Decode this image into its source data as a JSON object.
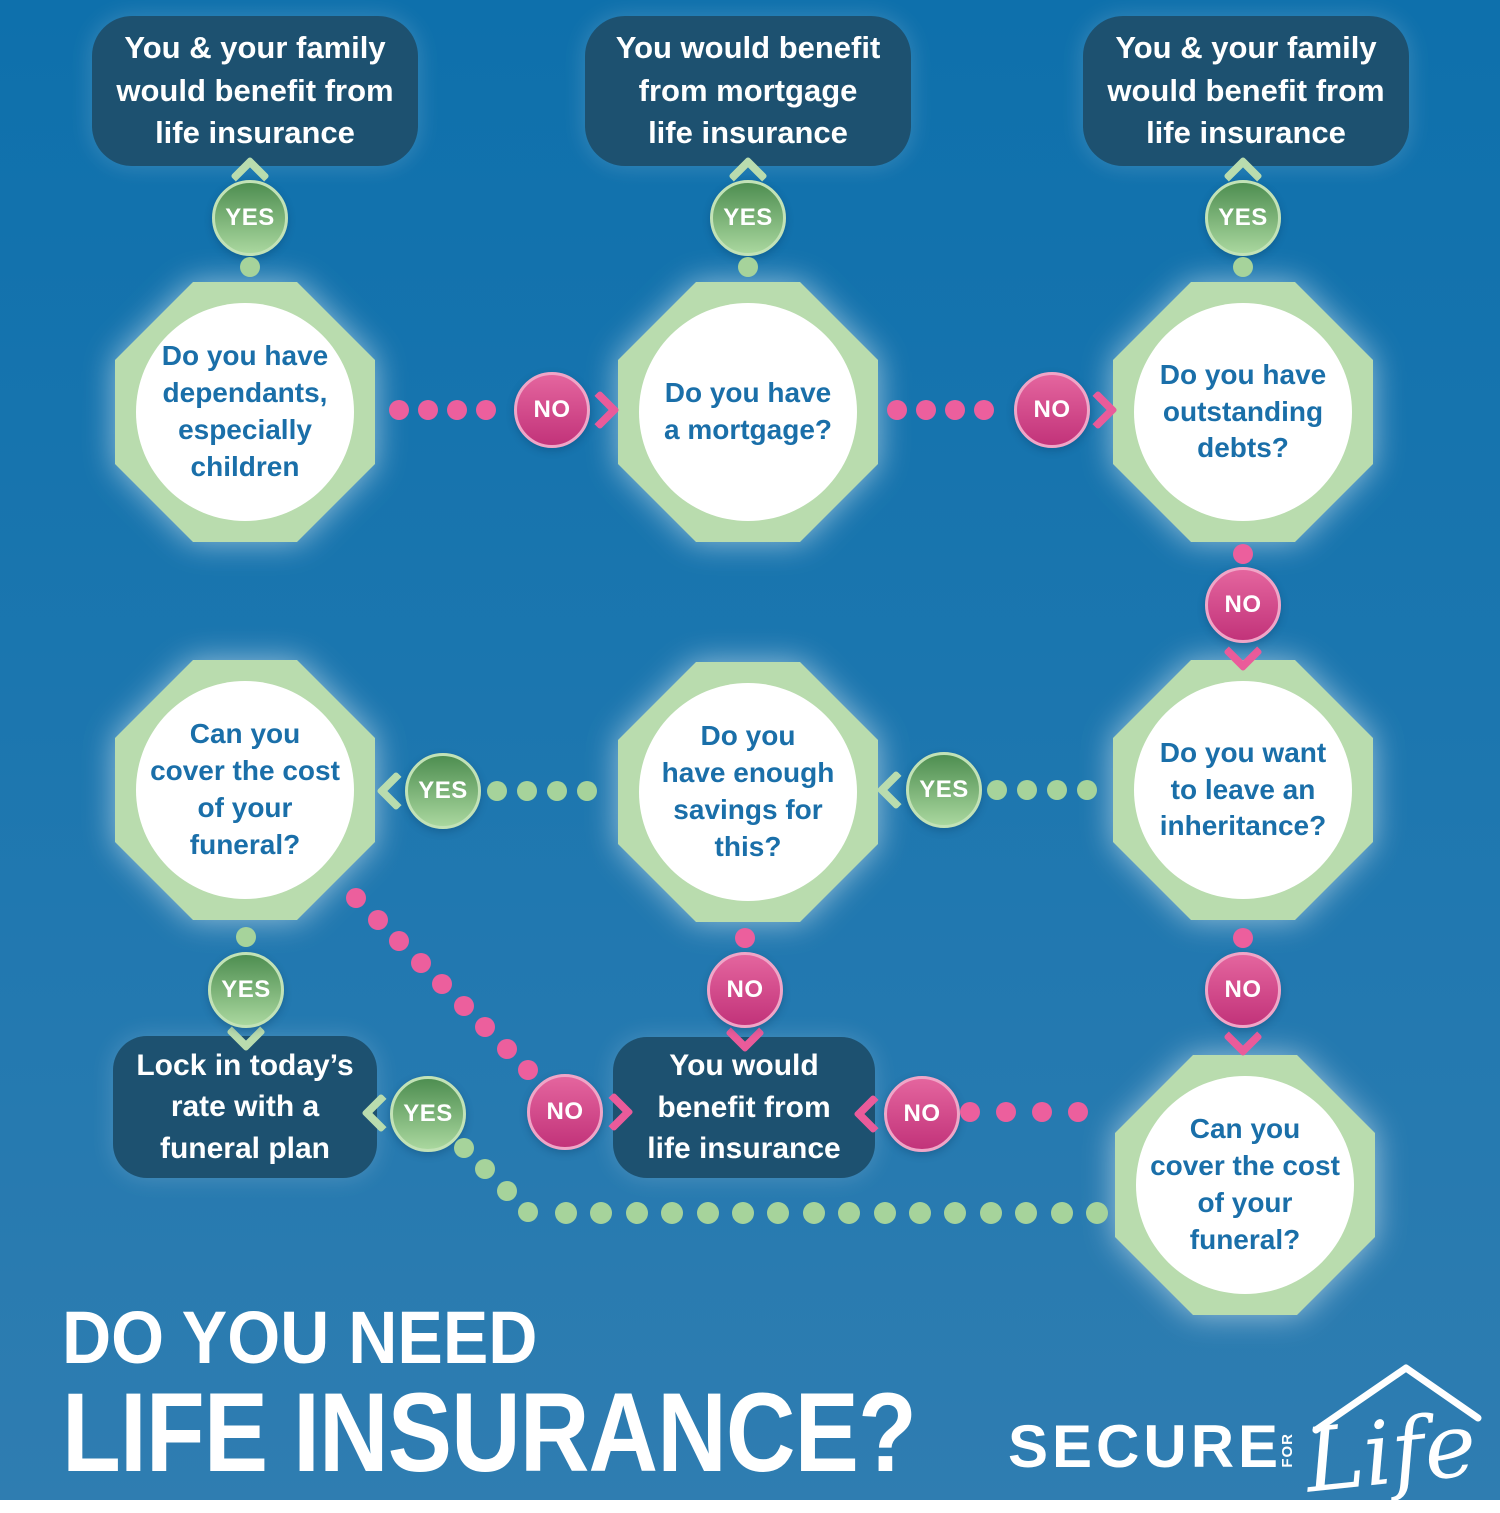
{
  "labels": {
    "yes": "YES",
    "no": "NO"
  },
  "outcomes": {
    "family_left": [
      "You & your family",
      "would benefit from",
      "life insurance"
    ],
    "mortgage": [
      "You would benefit",
      "from mortgage",
      "life insurance"
    ],
    "family_right": [
      "You & your family",
      "would benefit from",
      "life insurance"
    ],
    "funeral_plan": [
      "Lock in today’s",
      "rate with a",
      "funeral plan"
    ],
    "life_benefit": [
      "You would",
      "benefit from",
      "life insurance"
    ]
  },
  "questions": {
    "dependants": [
      "Do you have",
      "dependants,",
      "especially",
      "children"
    ],
    "mortgage": [
      "Do you have",
      "a mortgage?"
    ],
    "debts": [
      "Do you have",
      "outstanding",
      "debts?"
    ],
    "inheritance": [
      "Do you want",
      "to leave an",
      "inheritance?"
    ],
    "savings": [
      "Do you",
      "have enough",
      "savings for",
      "this?"
    ],
    "funeral_cost": [
      "Can you",
      "cover the cost",
      "of your",
      "funeral?"
    ]
  },
  "title": {
    "line1": "DO YOU NEED",
    "line2": "LIFE INSURANCE?"
  },
  "logo": {
    "secure": "SECURE",
    "for": "FOR",
    "life": "Life"
  },
  "colors": {
    "background": "#1b76af",
    "outcome_box": "#1d5170",
    "question_text": "#1a6fa9",
    "octagon_green": "#b9dcae",
    "yes_green": "#5d9c5d",
    "no_pink": "#d64487"
  }
}
